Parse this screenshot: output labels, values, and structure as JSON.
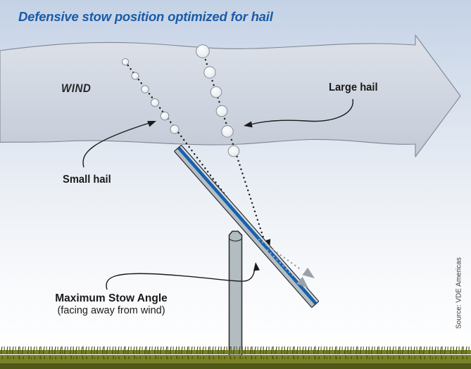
{
  "title": "Defensive stow position optimized for hail",
  "labels": {
    "wind": "WIND",
    "large_hail": "Large hail",
    "small_hail": "Small hail",
    "stow_angle_line1": "Maximum Stow Angle",
    "stow_angle_line2": "(facing away from wind)"
  },
  "source": "Source: VDE Americas",
  "colors": {
    "title_blue": "#1b5ba8",
    "background_sky_top": "#c4d2e5",
    "background_sky_bottom": "#ffffff",
    "wind_band_fill": "#ccd3de",
    "wind_band_stroke": "#7f8793",
    "panel_blue": "#1761ad",
    "panel_back_gray": "#b5bec4",
    "panel_edge_light": "#d8dde1",
    "pole_gray": "#b3bcc1",
    "hail_fill": "#eef1f4",
    "hail_stroke": "#878f98",
    "deflection_gray": "#99a1a9",
    "grass_green": "#7a8328",
    "grass_dark_band": "#4f5817",
    "ink": "#1a1a1a"
  },
  "diagram": {
    "small_hail_count": 6,
    "large_hail_count": 6,
    "wind_direction": "left-to-right",
    "panel_state": "stowed, tilted away from wind"
  }
}
